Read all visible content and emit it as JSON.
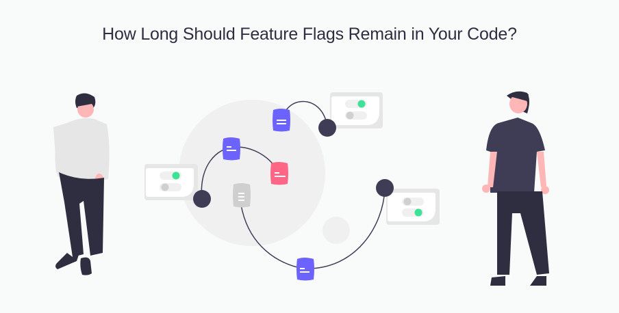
{
  "header": {
    "title": "How Long Should Feature Flags Remain in Your Code?"
  },
  "illustration": {
    "colors": {
      "background": "#f9fafa",
      "bg_circle": "#f0f0f1",
      "dark": "#3f3d56",
      "pants": "#2f2e41",
      "skin": "#ffb6b6",
      "doc_purple": "#6c63ff",
      "doc_red": "#ff6584",
      "doc_gray": "#cfcfcf",
      "toggle_on": "#3ee297",
      "toggle_off": "#d0d0d0",
      "panel": "#e6e6e6"
    },
    "toggle_panels": [
      {
        "name": "top-right-panel",
        "toggles": [
          "on",
          "off"
        ]
      },
      {
        "name": "left-panel",
        "toggles": [
          "on",
          "off"
        ]
      },
      {
        "name": "bottom-right-panel",
        "toggles": [
          "off",
          "on"
        ]
      }
    ],
    "documents": [
      "purple-top",
      "purple-mid",
      "red",
      "gray",
      "purple-bottom"
    ]
  }
}
